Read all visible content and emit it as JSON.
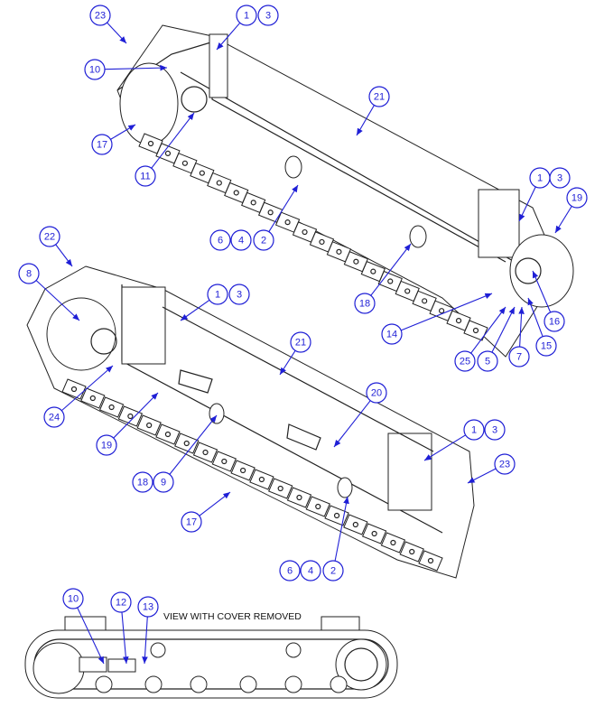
{
  "drawing": {
    "caption": "VIEW WITH COVER REMOVED",
    "balloon_color": "#1f1fd6",
    "balloons": [
      "23",
      "1",
      "3",
      "10",
      "21",
      "17",
      "11",
      "1",
      "3",
      "19",
      "6",
      "4",
      "2",
      "22",
      "18",
      "16",
      "1",
      "3",
      "8",
      "14",
      "15",
      "25",
      "5",
      "7",
      "21",
      "20",
      "24",
      "19",
      "1",
      "3",
      "18",
      "9",
      "23",
      "17",
      "6",
      "4",
      "2",
      "10",
      "12",
      "13"
    ]
  }
}
